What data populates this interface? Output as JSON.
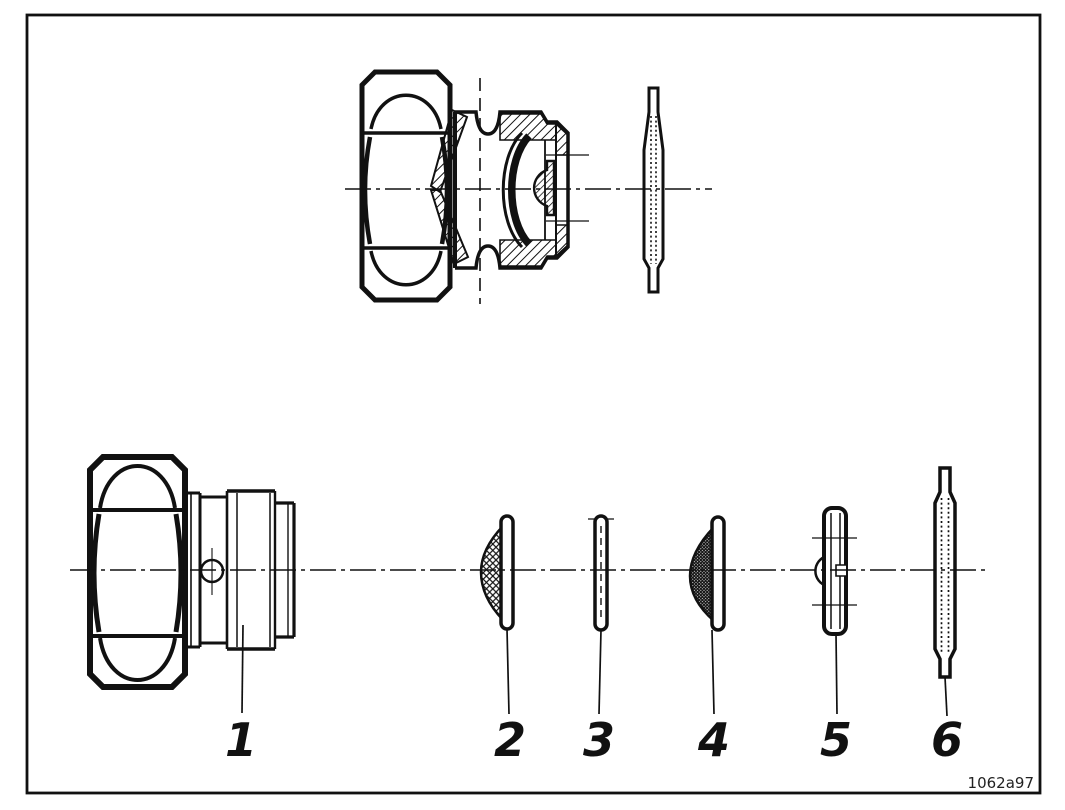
{
  "figure": {
    "reference_code": "1062a97",
    "part_labels": [
      "1",
      "2",
      "3",
      "4",
      "5",
      "6"
    ]
  },
  "colors": {
    "ink": "#111111",
    "background": "#ffffff"
  }
}
